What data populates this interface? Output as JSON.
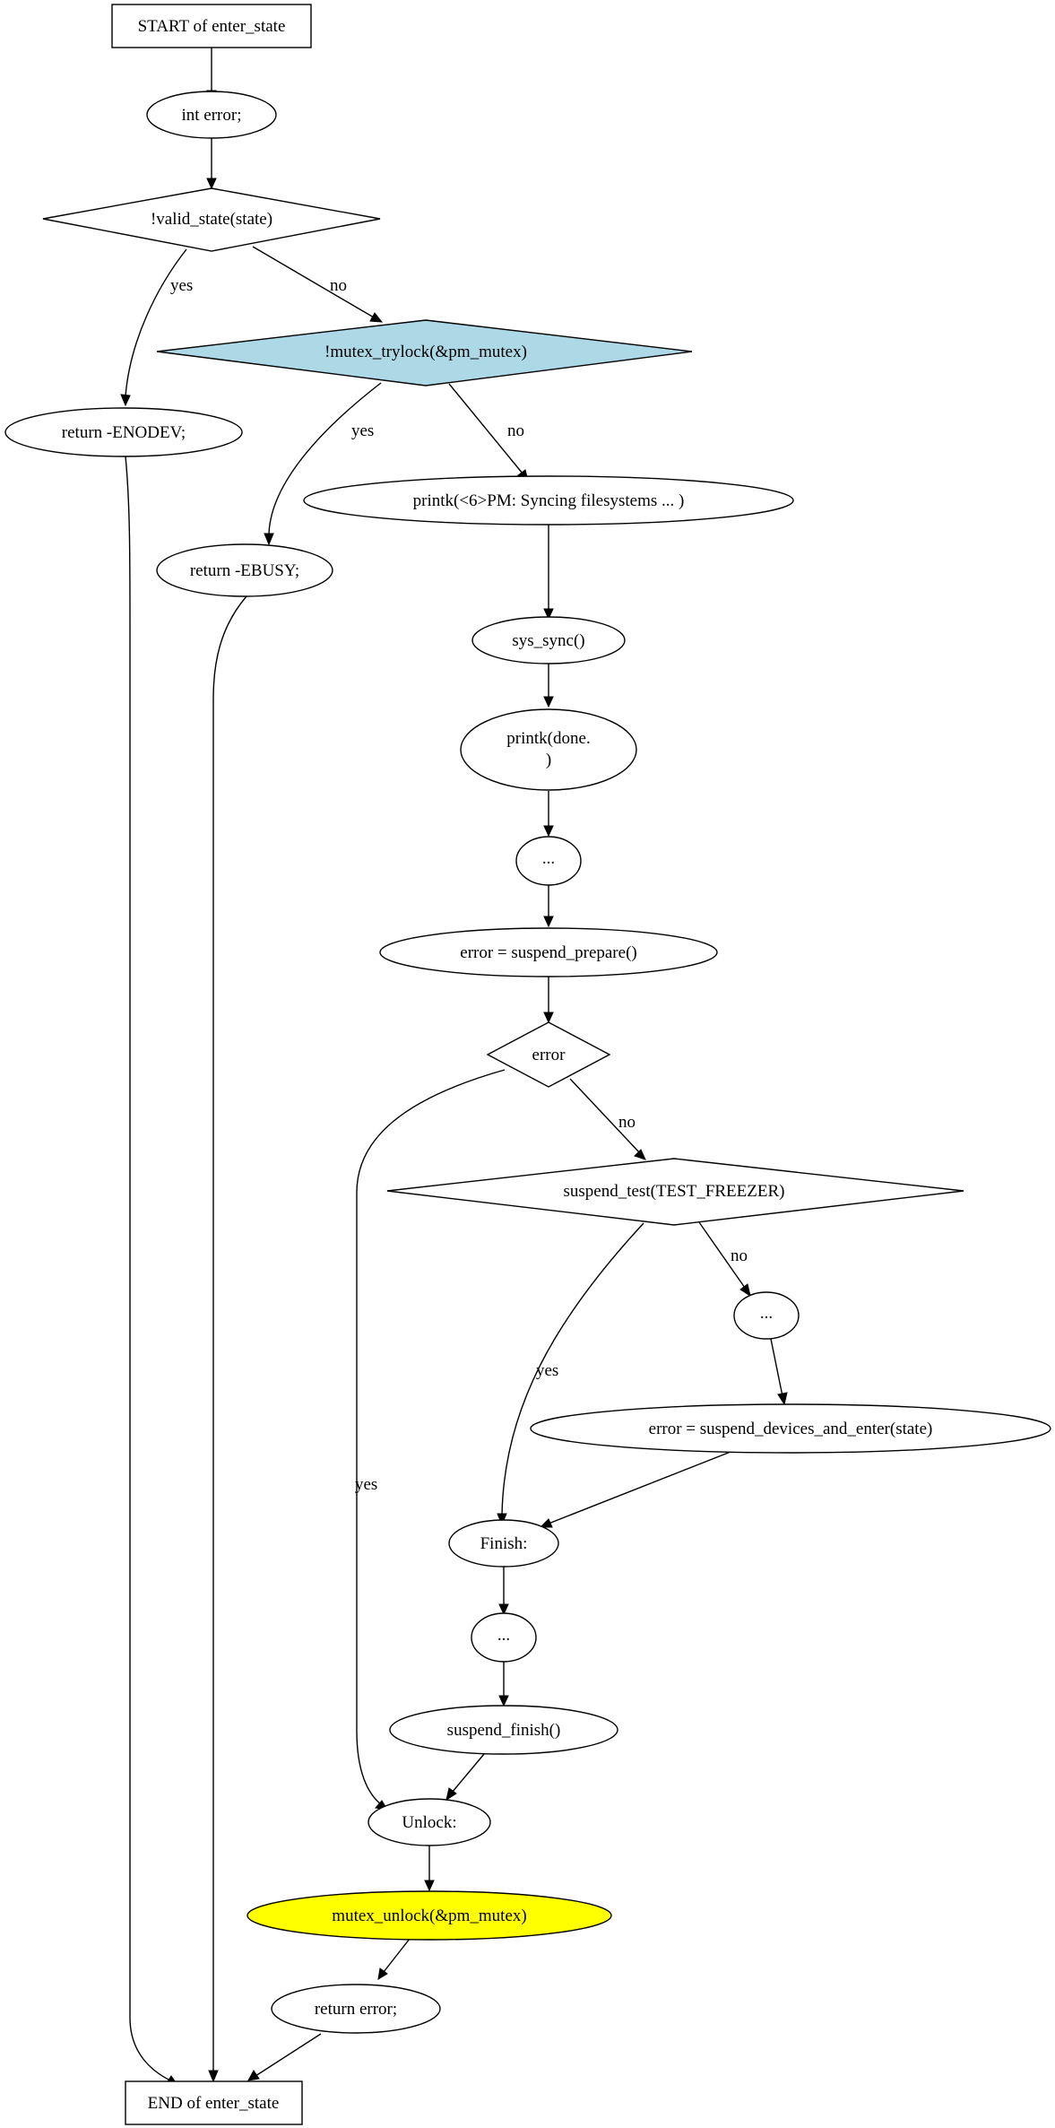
{
  "colors": {
    "background": "#ffffff",
    "stroke": "#000000",
    "highlight_lock": "#add8e6",
    "highlight_unlock": "#ffff00"
  },
  "nodes": {
    "start": "START of enter_state",
    "int_error": "int error;",
    "valid_state": "!valid_state(state)",
    "return_enodev": "return -ENODEV;",
    "mutex_trylock": "!mutex_trylock(&pm_mutex)",
    "return_ebusy": "return -EBUSY;",
    "printk_syncing": "printk(<6>PM: Syncing filesystems ... )",
    "sys_sync": "sys_sync()",
    "printk_done_line1": "printk(done.",
    "printk_done_line2": ")",
    "ellipsis_1": "...",
    "suspend_prepare": "error = suspend_prepare()",
    "error_check": "error",
    "suspend_test": "suspend_test(TEST_FREEZER)",
    "ellipsis_2": "...",
    "suspend_devices": "error = suspend_devices_and_enter(state)",
    "finish_label": "Finish:",
    "ellipsis_3": "...",
    "suspend_finish": "suspend_finish()",
    "unlock_label": "Unlock:",
    "mutex_unlock": "mutex_unlock(&pm_mutex)",
    "return_error": "return error;",
    "end": "END of enter_state"
  },
  "edge_labels": {
    "valid_yes": "yes",
    "valid_no": "no",
    "trylock_yes": "yes",
    "trylock_no": "no",
    "error_yes": "yes",
    "error_no": "no",
    "test_yes": "yes",
    "test_no": "no"
  }
}
